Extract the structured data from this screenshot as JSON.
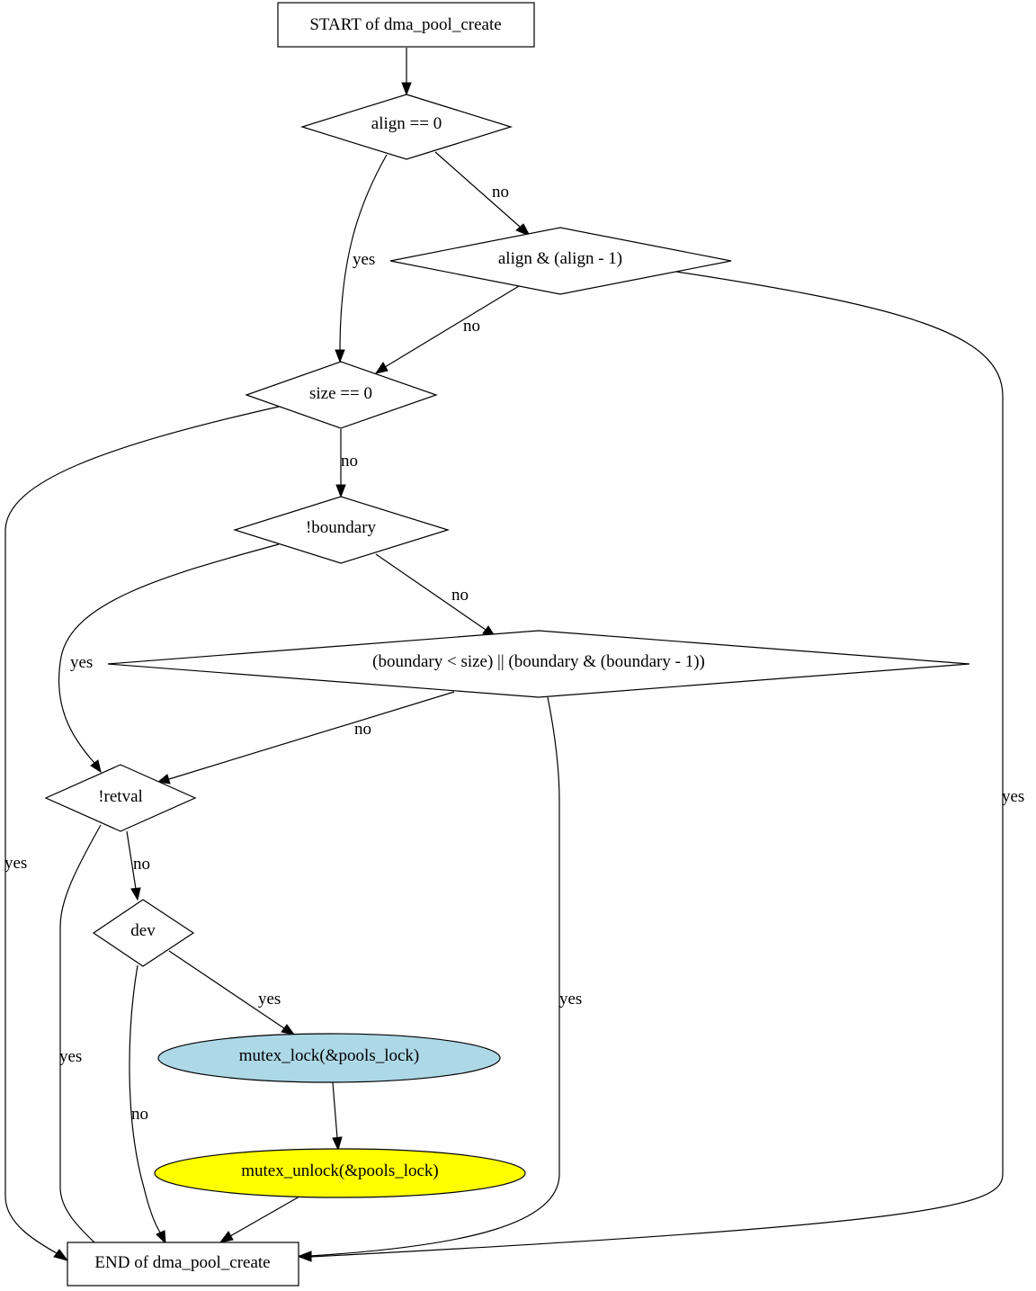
{
  "colors": {
    "default_fill": "#ffffff",
    "lock_fill": "#add8e6",
    "unlock_fill": "#ffff00",
    "stroke": "#000000"
  },
  "nodes": {
    "start": {
      "label": "START of dma_pool_create",
      "shape": "box"
    },
    "align_zero": {
      "label": "align == 0",
      "shape": "diamond"
    },
    "align_pow2": {
      "label": "align & (align - 1)",
      "shape": "diamond"
    },
    "size_zero": {
      "label": "size == 0",
      "shape": "diamond"
    },
    "not_boundary": {
      "label": "!boundary",
      "shape": "diamond"
    },
    "boundary_check": {
      "label": "(boundary < size) || (boundary & (boundary - 1))",
      "shape": "diamond"
    },
    "not_retval": {
      "label": "!retval",
      "shape": "diamond"
    },
    "dev": {
      "label": "dev",
      "shape": "diamond"
    },
    "mutex_lock": {
      "label": "mutex_lock(&pools_lock)",
      "shape": "ellipse"
    },
    "mutex_unlock": {
      "label": "mutex_unlock(&pools_lock)",
      "shape": "ellipse"
    },
    "end": {
      "label": "END of dma_pool_create",
      "shape": "box"
    }
  },
  "edges": {
    "start_to_align": {
      "from": "start",
      "to": "align_zero",
      "label": ""
    },
    "align_yes": {
      "from": "align_zero",
      "to": "size_zero",
      "label": "yes"
    },
    "align_no": {
      "from": "align_zero",
      "to": "align_pow2",
      "label": "no"
    },
    "pow2_no": {
      "from": "align_pow2",
      "to": "size_zero",
      "label": "no"
    },
    "pow2_yes": {
      "from": "align_pow2",
      "to": "end",
      "label": "yes"
    },
    "size_yes": {
      "from": "size_zero",
      "to": "end",
      "label": "yes"
    },
    "size_no": {
      "from": "size_zero",
      "to": "not_boundary",
      "label": "no"
    },
    "boundary_yes": {
      "from": "not_boundary",
      "to": "not_retval",
      "label": "yes"
    },
    "boundary_no": {
      "from": "not_boundary",
      "to": "boundary_check",
      "label": "no"
    },
    "check_no": {
      "from": "boundary_check",
      "to": "not_retval",
      "label": "no"
    },
    "check_yes": {
      "from": "boundary_check",
      "to": "end",
      "label": "yes"
    },
    "retval_yes": {
      "from": "not_retval",
      "to": "end",
      "label": "yes"
    },
    "retval_no": {
      "from": "not_retval",
      "to": "dev",
      "label": "no"
    },
    "dev_yes": {
      "from": "dev",
      "to": "mutex_lock",
      "label": "yes"
    },
    "dev_no": {
      "from": "dev",
      "to": "end",
      "label": "no"
    },
    "lock_to_unlock": {
      "from": "mutex_lock",
      "to": "mutex_unlock",
      "label": ""
    },
    "unlock_to_end": {
      "from": "mutex_unlock",
      "to": "end",
      "label": ""
    }
  }
}
